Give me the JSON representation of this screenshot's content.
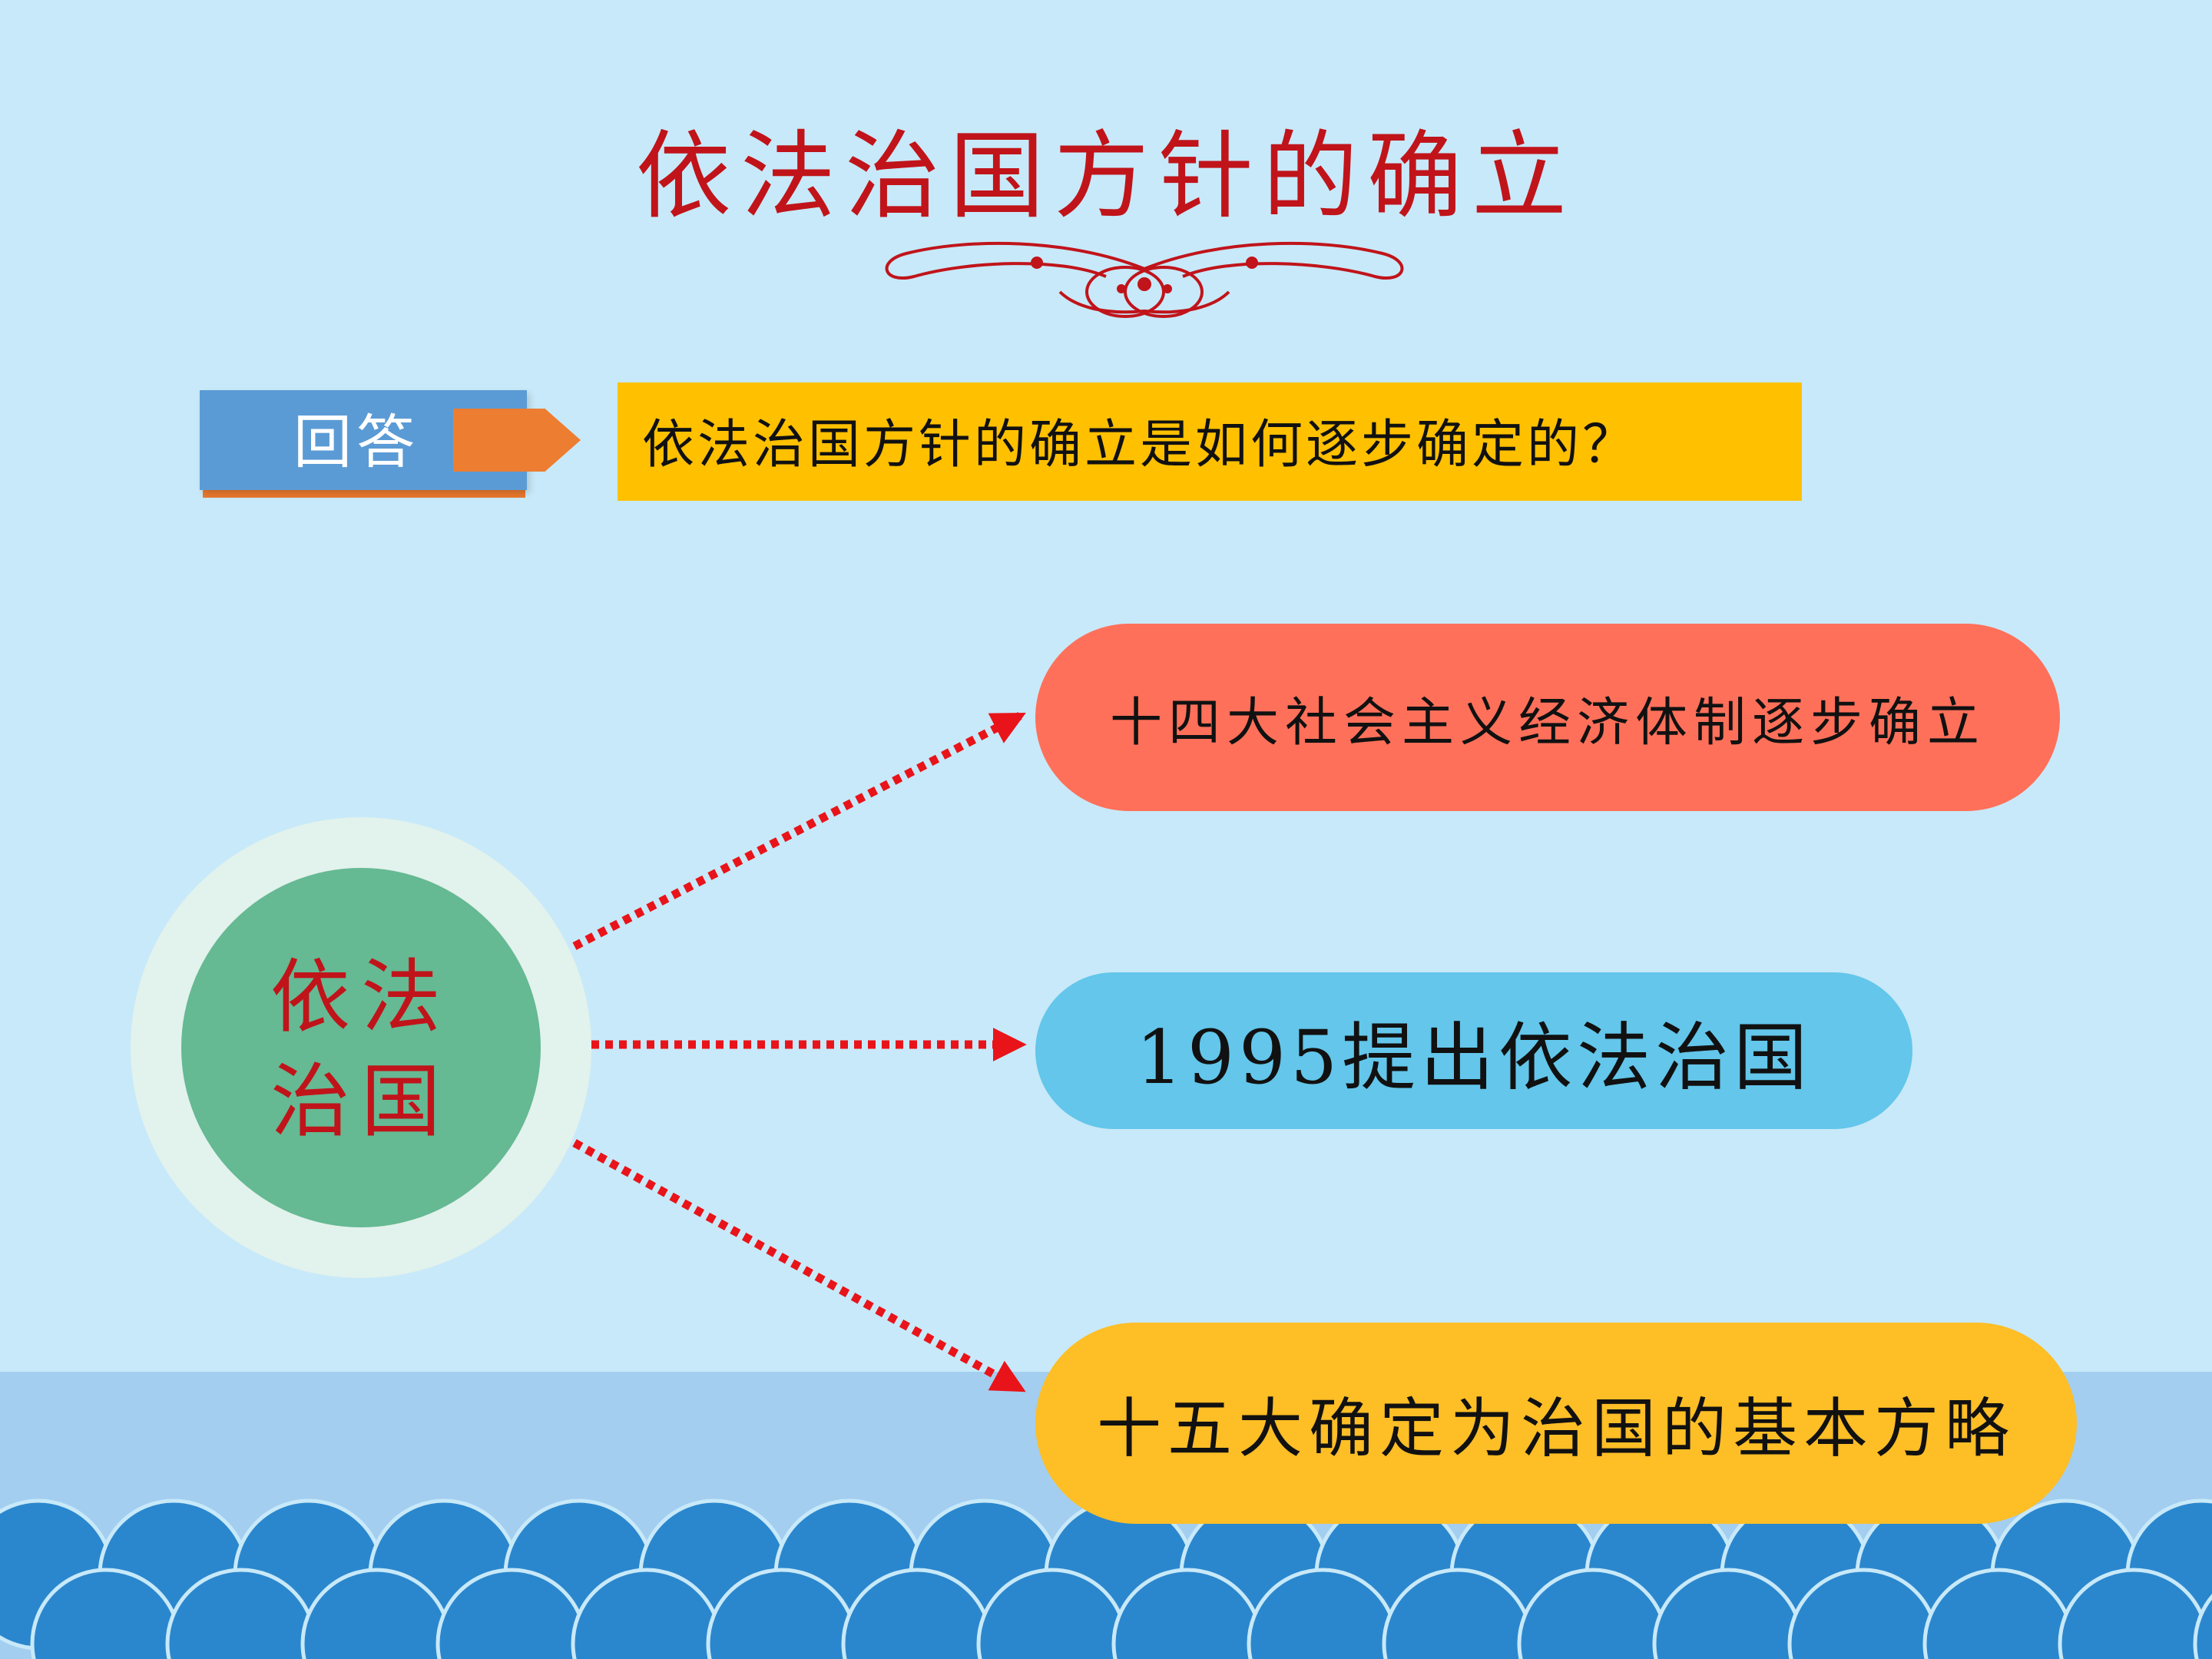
{
  "title": "依法治国方针的确立",
  "tab": {
    "label": "回答"
  },
  "question": "依法治国方针的确立是如何逐步确定的？",
  "center": {
    "line1": "依法",
    "line2": "治国"
  },
  "steps": [
    {
      "text": "十四大社会主义经济体制逐步确立"
    },
    {
      "text": "1995提出依法治国"
    },
    {
      "text": "十五大确定为治国的基本方略"
    }
  ],
  "colors": {
    "background": "#c8e9f9",
    "title_red": "#c0141a",
    "tab_blue": "#5b9bd5",
    "tab_orange": "#ed7d31",
    "question_yellow": "#ffc000",
    "circle_green": "#65b993",
    "pill_coral": "#ff705a",
    "pill_sky": "#63c6ea",
    "pill_gold": "#fdbe26",
    "wave_blue": "#2b87cd",
    "arrow_red": "#e8141a"
  }
}
